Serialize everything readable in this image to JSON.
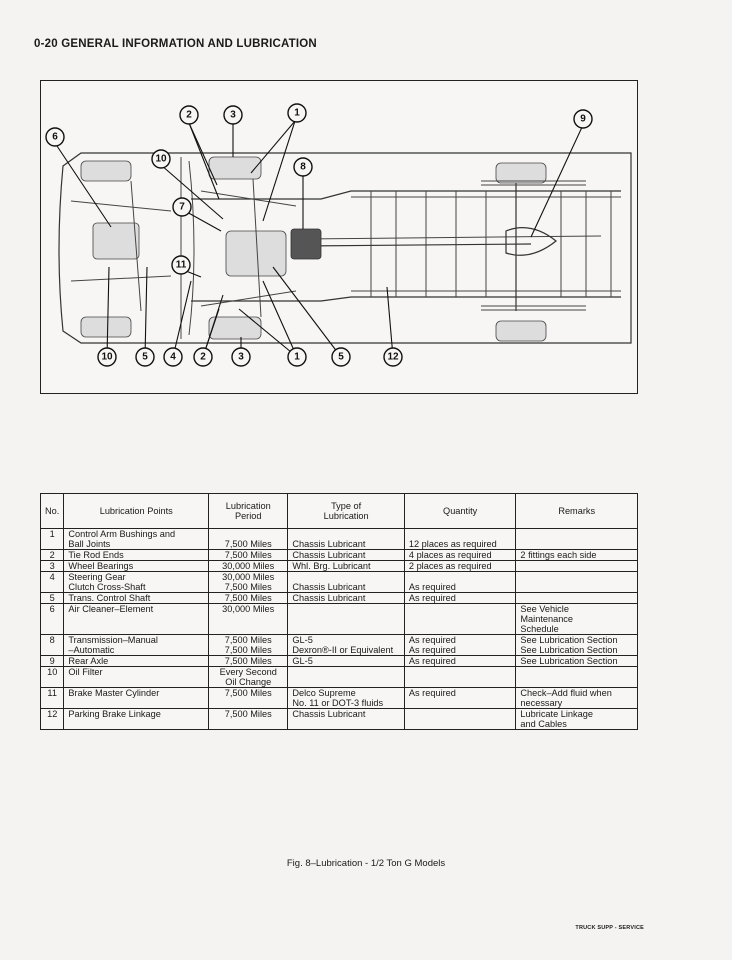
{
  "header": {
    "title": "0-20  GENERAL INFORMATION AND LUBRICATION"
  },
  "diagram": {
    "callouts_top": [
      "2",
      "3",
      "1",
      "6",
      "10",
      "8",
      "9",
      "7",
      "11"
    ],
    "callouts_bottom": [
      "10",
      "5",
      "4",
      "2",
      "3",
      "1",
      "5",
      "12"
    ]
  },
  "table": {
    "headers": {
      "no": "No.",
      "points": "Lubrication Points",
      "period": "Lubrication\nPeriod",
      "type": "Type of\nLubrication",
      "quantity": "Quantity",
      "remarks": "Remarks"
    },
    "rows": [
      {
        "no": "1",
        "points": "Control Arm Bushings and\n   Ball Joints",
        "period": "\n7,500 Miles",
        "type": "\nChassis Lubricant",
        "quantity": "\n12 places as required",
        "remarks": ""
      },
      {
        "no": "2",
        "points": "Tie Rod Ends",
        "period": "7,500 Miles",
        "type": "Chassis Lubricant",
        "quantity": "  4 places as required",
        "remarks": "2 fittings each side"
      },
      {
        "no": "3",
        "points": "Wheel Bearings",
        "period": "30,000 Miles",
        "type": "Whl. Brg. Lubricant",
        "quantity": "  2 places as required",
        "remarks": ""
      },
      {
        "no": "4",
        "points": "Steering Gear\nClutch Cross-Shaft",
        "period": "30,000 Miles\n7,500 Miles",
        "type": "\nChassis Lubricant",
        "quantity": "\nAs required",
        "remarks": ""
      },
      {
        "no": "5",
        "points": "Trans. Control Shaft",
        "period": "7,500 Miles",
        "type": "Chassis Lubricant",
        "quantity": "As required",
        "remarks": ""
      },
      {
        "no": "6",
        "points": "Air Cleaner–Element",
        "period": "30,000 Miles",
        "type": "",
        "quantity": "",
        "remarks": "See Vehicle\nMaintenance\nSchedule"
      },
      {
        "no": "8",
        "points": "Transmission–Manual\n                    –Automatic",
        "period": "7,500 Miles\n7,500 Miles",
        "type": "GL-5\nDexron®-II or Equivalent",
        "quantity": "As required\nAs required",
        "remarks": "See Lubrication Section\nSee Lubrication Section"
      },
      {
        "no": "9",
        "points": "Rear Axle",
        "period": "7,500 Miles",
        "type": "GL-5",
        "quantity": "As required",
        "remarks": "See Lubrication Section"
      },
      {
        "no": "10",
        "points": "Oil Filter",
        "period": "Every Second\nOil Change",
        "type": "",
        "quantity": "",
        "remarks": ""
      },
      {
        "no": "11",
        "points": "Brake Master Cylinder",
        "period": "7,500 Miles",
        "type": "Delco Supreme\nNo. 11 or DOT-3 fluids",
        "quantity": "As required",
        "remarks": "Check–Add fluid when\nnecessary"
      },
      {
        "no": "12",
        "points": "Parking Brake Linkage",
        "period": "7,500 Miles",
        "type": "Chassis Lubricant",
        "quantity": "",
        "remarks": "Lubricate Linkage\nand Cables"
      }
    ]
  },
  "caption": "Fig. 8–Lubrication - 1/2 Ton G Models",
  "footer": "TRUCK SUPP - SERVICE"
}
